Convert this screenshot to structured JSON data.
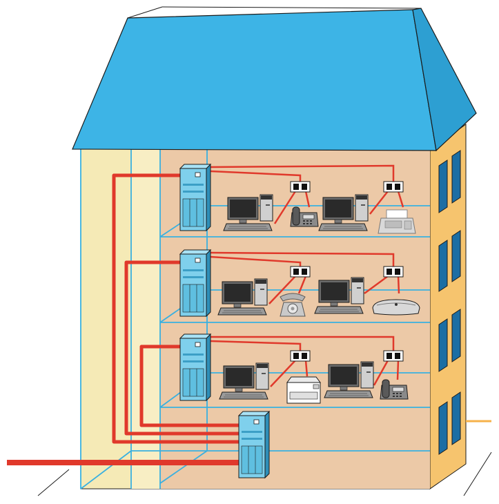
{
  "diagram": {
    "floors": [
      {
        "floor": 3,
        "server": "rack-server",
        "outlet_boxes": 2,
        "devices": [
          "desktop-computer",
          "desk-phone",
          "desktop-computer",
          "fax-machine"
        ]
      },
      {
        "floor": 2,
        "server": "rack-server",
        "outlet_boxes": 2,
        "devices": [
          "desktop-computer",
          "rotary-phone",
          "desktop-computer",
          "wireless-router"
        ]
      },
      {
        "floor": 1,
        "server": "rack-server",
        "outlet_boxes": 2,
        "devices": [
          "desktop-computer",
          "laser-printer",
          "desktop-computer",
          "desk-phone"
        ]
      }
    ],
    "ground_floor": {
      "device": "main-distribution-server"
    },
    "external_line": "incoming-backbone-cable",
    "colors": {
      "roof": "#3db4e6",
      "facade": "#f5eab6",
      "interior": "#ecc9a7",
      "side_wall": "#f6c46e",
      "cable": "#e0392b",
      "floor_lines": "#39b0e0",
      "server": "#7fd0ec",
      "outline": "#1a1a1a"
    }
  }
}
